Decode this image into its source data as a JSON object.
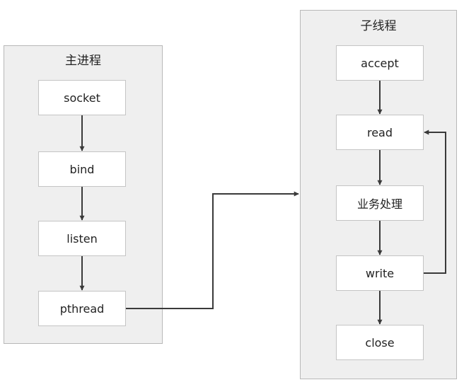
{
  "main_process": {
    "title": "主进程",
    "steps": [
      "socket",
      "bind",
      "listen",
      "pthread"
    ]
  },
  "child_thread": {
    "title": "子线程",
    "steps": [
      "accept",
      "read",
      "业务处理",
      "write",
      "close"
    ]
  },
  "colors": {
    "panel_fill": "#efefef",
    "panel_border": "#b8b8b8",
    "node_fill": "#ffffff",
    "node_border": "#c4c4c4",
    "arrow": "#3a3a3a"
  }
}
